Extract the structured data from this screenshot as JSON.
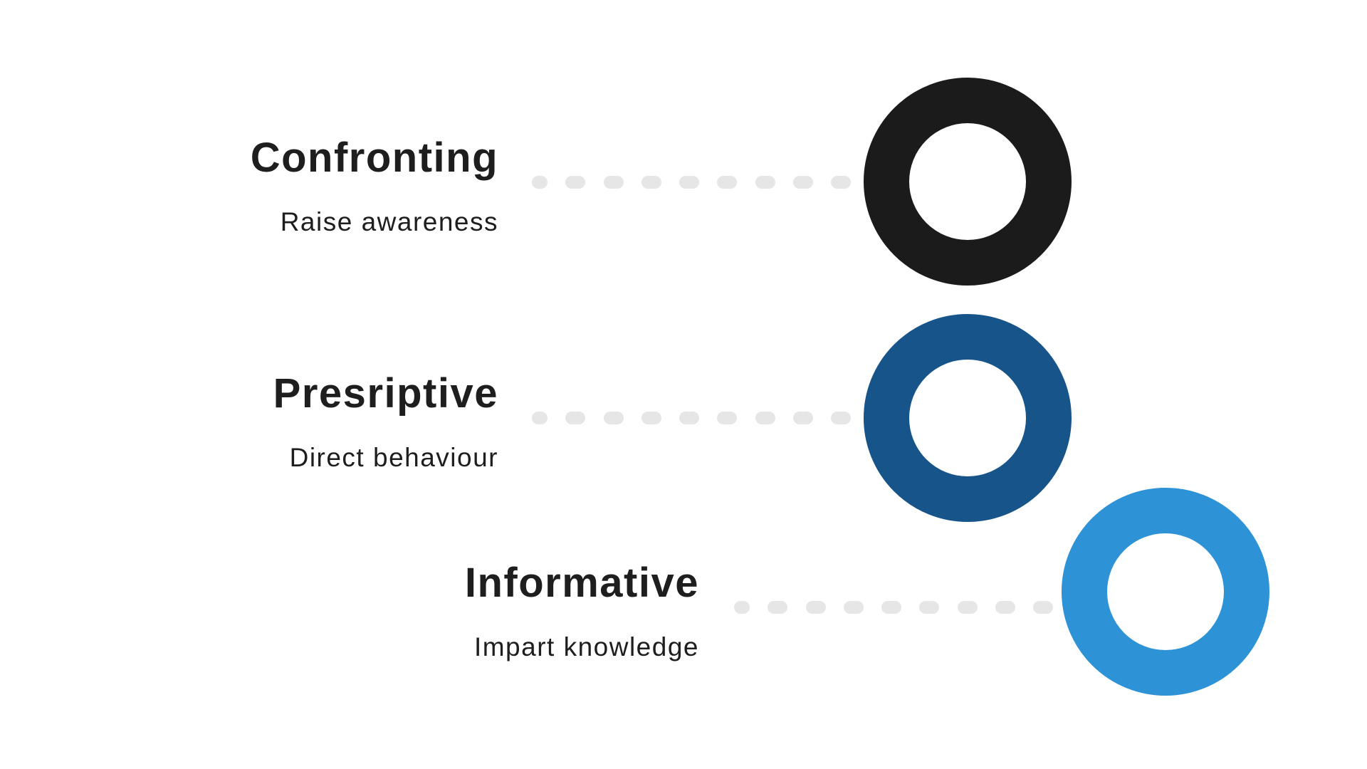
{
  "items": [
    {
      "title": "Confronting",
      "subtitle": "Raise awareness",
      "color": "#1b1b1b"
    },
    {
      "title": "Presriptive",
      "subtitle": "Direct behaviour",
      "color": "#16548a"
    },
    {
      "title": "Informative",
      "subtitle": "Impart knowledge",
      "color": "#2e92d6"
    }
  ],
  "connector_color": "#e6e6e6"
}
